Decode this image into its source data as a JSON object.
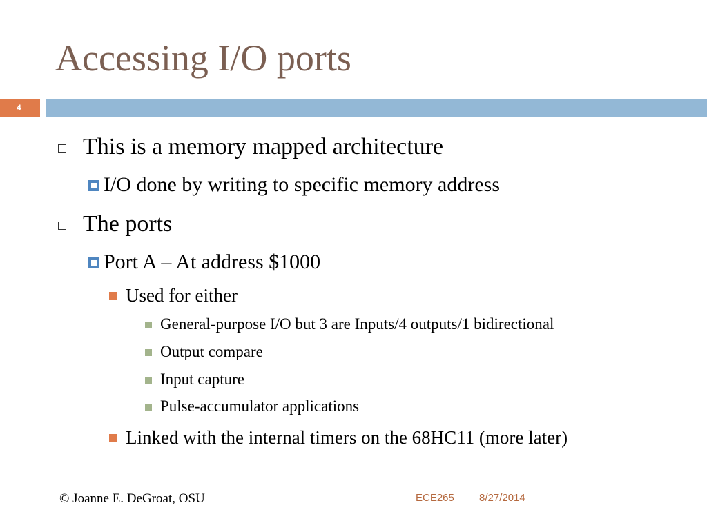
{
  "slide": {
    "title": "Accessing I/O ports",
    "slide_number": "4",
    "bullets": [
      {
        "level": 1,
        "text": "This is a memory mapped architecture"
      },
      {
        "level": 2,
        "text": "I/O done by writing to specific memory address"
      },
      {
        "level": 1,
        "text": "The ports"
      },
      {
        "level": 2,
        "text": "Port A – At address $1000"
      },
      {
        "level": 3,
        "text": "Used for either"
      },
      {
        "level": 4,
        "text": "General-purpose I/O but 3 are Inputs/4 outputs/1 bidirectional"
      },
      {
        "level": 4,
        "text": "Output compare"
      },
      {
        "level": 4,
        "text": "Input capture"
      },
      {
        "level": 4,
        "text": "Pulse-accumulator applications"
      },
      {
        "level": 3,
        "text": "Linked with the internal timers on the 68HC11 (more later)"
      }
    ]
  },
  "footer": {
    "copyright": "© Joanne E. DeGroat, OSU",
    "course": "ECE265",
    "date": "8/27/2014"
  },
  "colors": {
    "title": "#7b5f52",
    "accent_orange": "#e07b4a",
    "accent_blue": "#93b8d6",
    "bullet_blue": "#4f86c0",
    "bullet_sage": "#a3b48c",
    "footer_text": "#b5693f"
  },
  "icons": {
    "level1": "hollow-square-bullet-icon",
    "level2": "blue-square-bullet-icon",
    "level3": "orange-square-bullet-icon",
    "level4": "sage-square-bullet-icon"
  }
}
